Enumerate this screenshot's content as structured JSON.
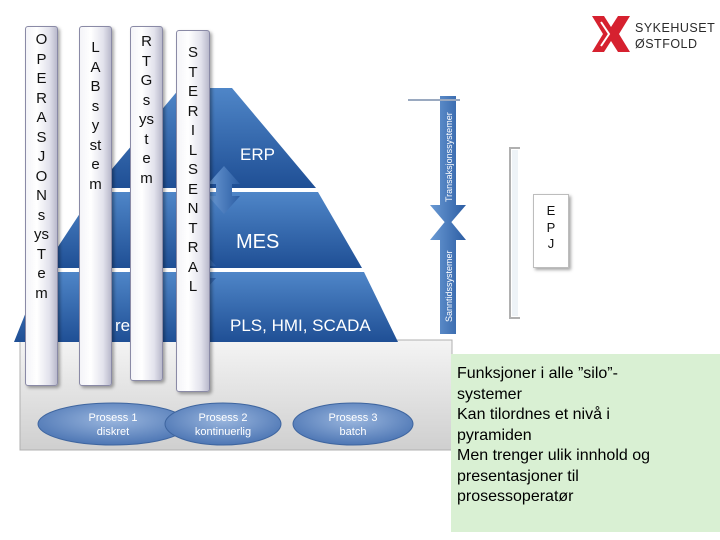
{
  "columns": {
    "operasjon": "O\nP\nE\nR\nA\nS\nJ\nO\nN\ns\nys\nT\ne\nm",
    "lab": "L\nA\nB\ns\ny\nst\ne\nm",
    "rtg": "R\nT\nG\ns\nys\nt\ne\nm",
    "sterilsentral": "S\nT\nE\nR\nI\nL\nS\nE\nN\nT\nR\nA\nL"
  },
  "pyramid": {
    "top_label": "ERP",
    "middle_label": "MES",
    "bottom_label": "PLS, HMI, SCADA",
    "bottom_prefix": "re"
  },
  "processes": [
    {
      "line1": "Prosess 1",
      "line2": "diskret"
    },
    {
      "line1": "Prosess 2",
      "line2": "kontinuerlig"
    },
    {
      "line1": "Prosess 3",
      "line2": "batch"
    }
  ],
  "system_labels": {
    "transaction": "Transaksjonssystemer",
    "realtime": "Sanntidssystemer"
  },
  "epj": "E\nP\nJ",
  "note": {
    "lines": [
      "Funksjoner i alle ”silo”-",
      "systemer",
      "Kan tilordnes et nivå i",
      "pyramiden",
      "Men trenger ulik innhold og",
      "presentasjoner til",
      "prosessoperatør"
    ]
  },
  "logo": {
    "line1": "SYKEHUSET",
    "line2": "ØSTFOLD"
  },
  "colors": {
    "pyramid_top": "#3a6fb4",
    "pyramid_mid": "#2f63aa",
    "pyramid_base": "#23559c",
    "arrow": "#3f78c1",
    "process_fill": "#6f93c8",
    "note_bg": "#d9f0d3",
    "logo_red": "#d6212f"
  }
}
